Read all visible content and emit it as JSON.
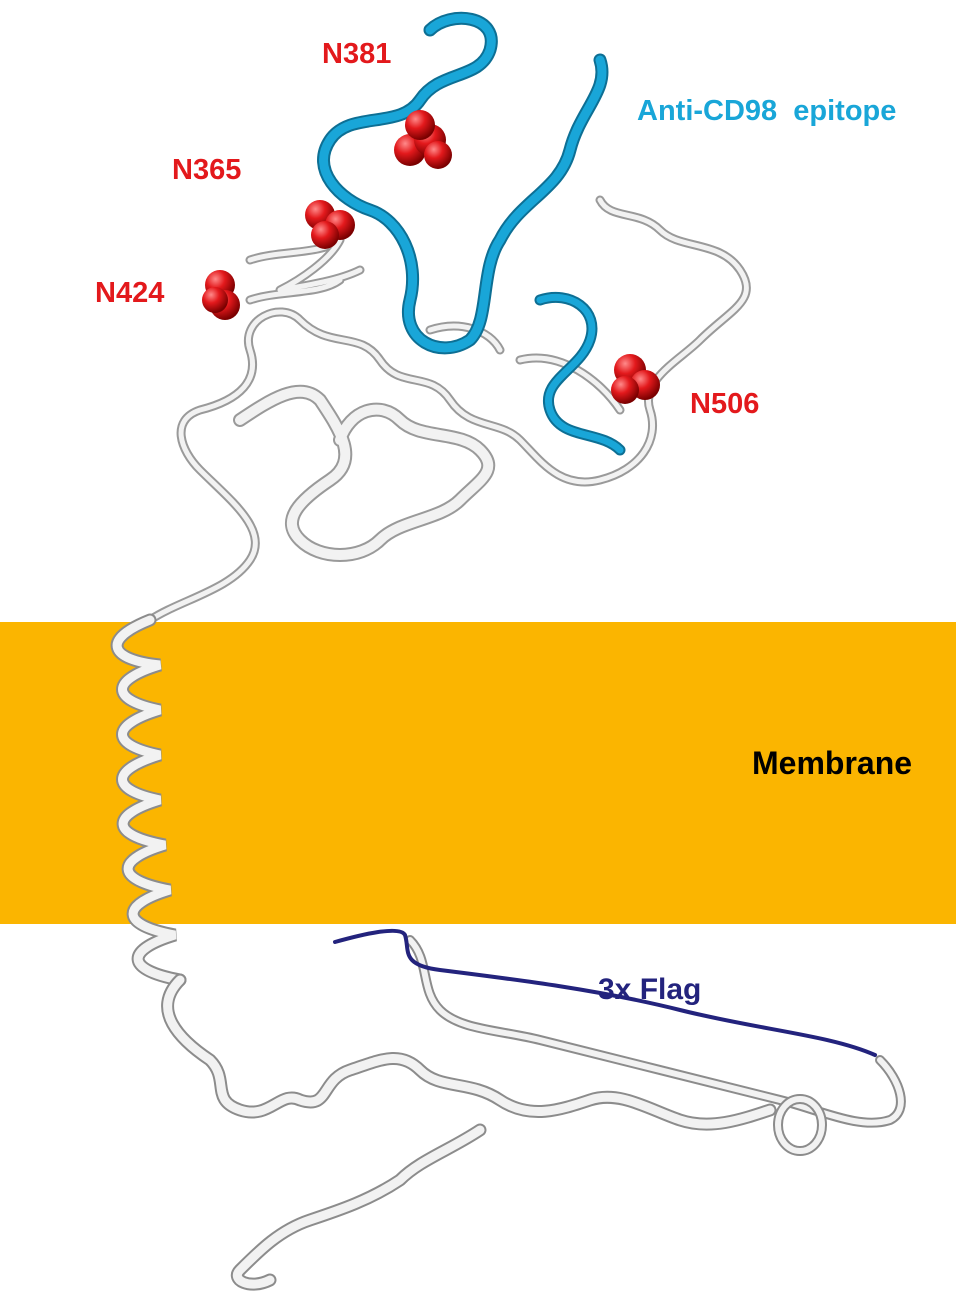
{
  "labels": {
    "sites": [
      "N381",
      "N365",
      "N424",
      "N506"
    ],
    "epitope": "Anti-CD98  epitope",
    "membrane": "Membrane",
    "flag": "3x Flag"
  },
  "colors": {
    "membrane": "#fbb500",
    "ribbon": "#f2f2f2",
    "ribbon_edge": "#8c8c8c",
    "epitope": "#19a6d8",
    "glycan_sphere": "#e3191c",
    "flag_tag": "#23237d"
  }
}
